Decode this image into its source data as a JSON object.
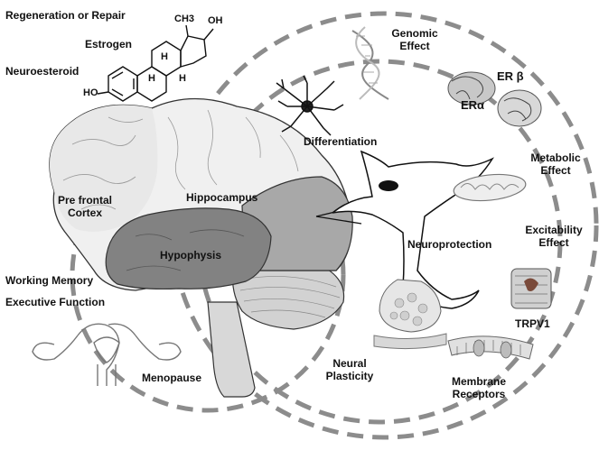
{
  "labels": {
    "regeneration": "Regeneration or Repair",
    "estrogen": "Estrogen",
    "neuroesteroid": "Neuroesteroid",
    "prefrontal_line1": "Pre frontal",
    "prefrontal_line2": "Cortex",
    "hippocampus": "Hippocampus",
    "hypophysis": "Hypophysis",
    "working_memory": "Working Memory",
    "executive_function": "Executive Function",
    "menopause": "Menopause",
    "genomic_line1": "Genomic",
    "genomic_line2": "Effect",
    "er_beta": "ER β",
    "er_alpha": "ERα",
    "differentiation": "Differentiation",
    "metabolic_line1": "Metabolic",
    "metabolic_line2": "Effect",
    "excitability_line1": "Excitability",
    "excitability_line2": "Effect",
    "neuroprotection": "Neuroprotection",
    "trpv1": "TRPV1",
    "neural_line1": "Neural",
    "neural_line2": "Plasticity",
    "membrane_line1": "Membrane",
    "membrane_line2": "Receptors"
  },
  "molecule_labels": {
    "ch3": "CH3",
    "oh_top": "OH",
    "ho_left": "HO",
    "h1": "H",
    "h2": "H",
    "h3": "H"
  },
  "colors": {
    "dash": "#8c8c8c",
    "brain_light": "#f0f0f0",
    "hypophysis": "#828282",
    "temporal": "#a8a8a8",
    "cerebellum": "#d2d2d2",
    "outline": "#222222"
  }
}
